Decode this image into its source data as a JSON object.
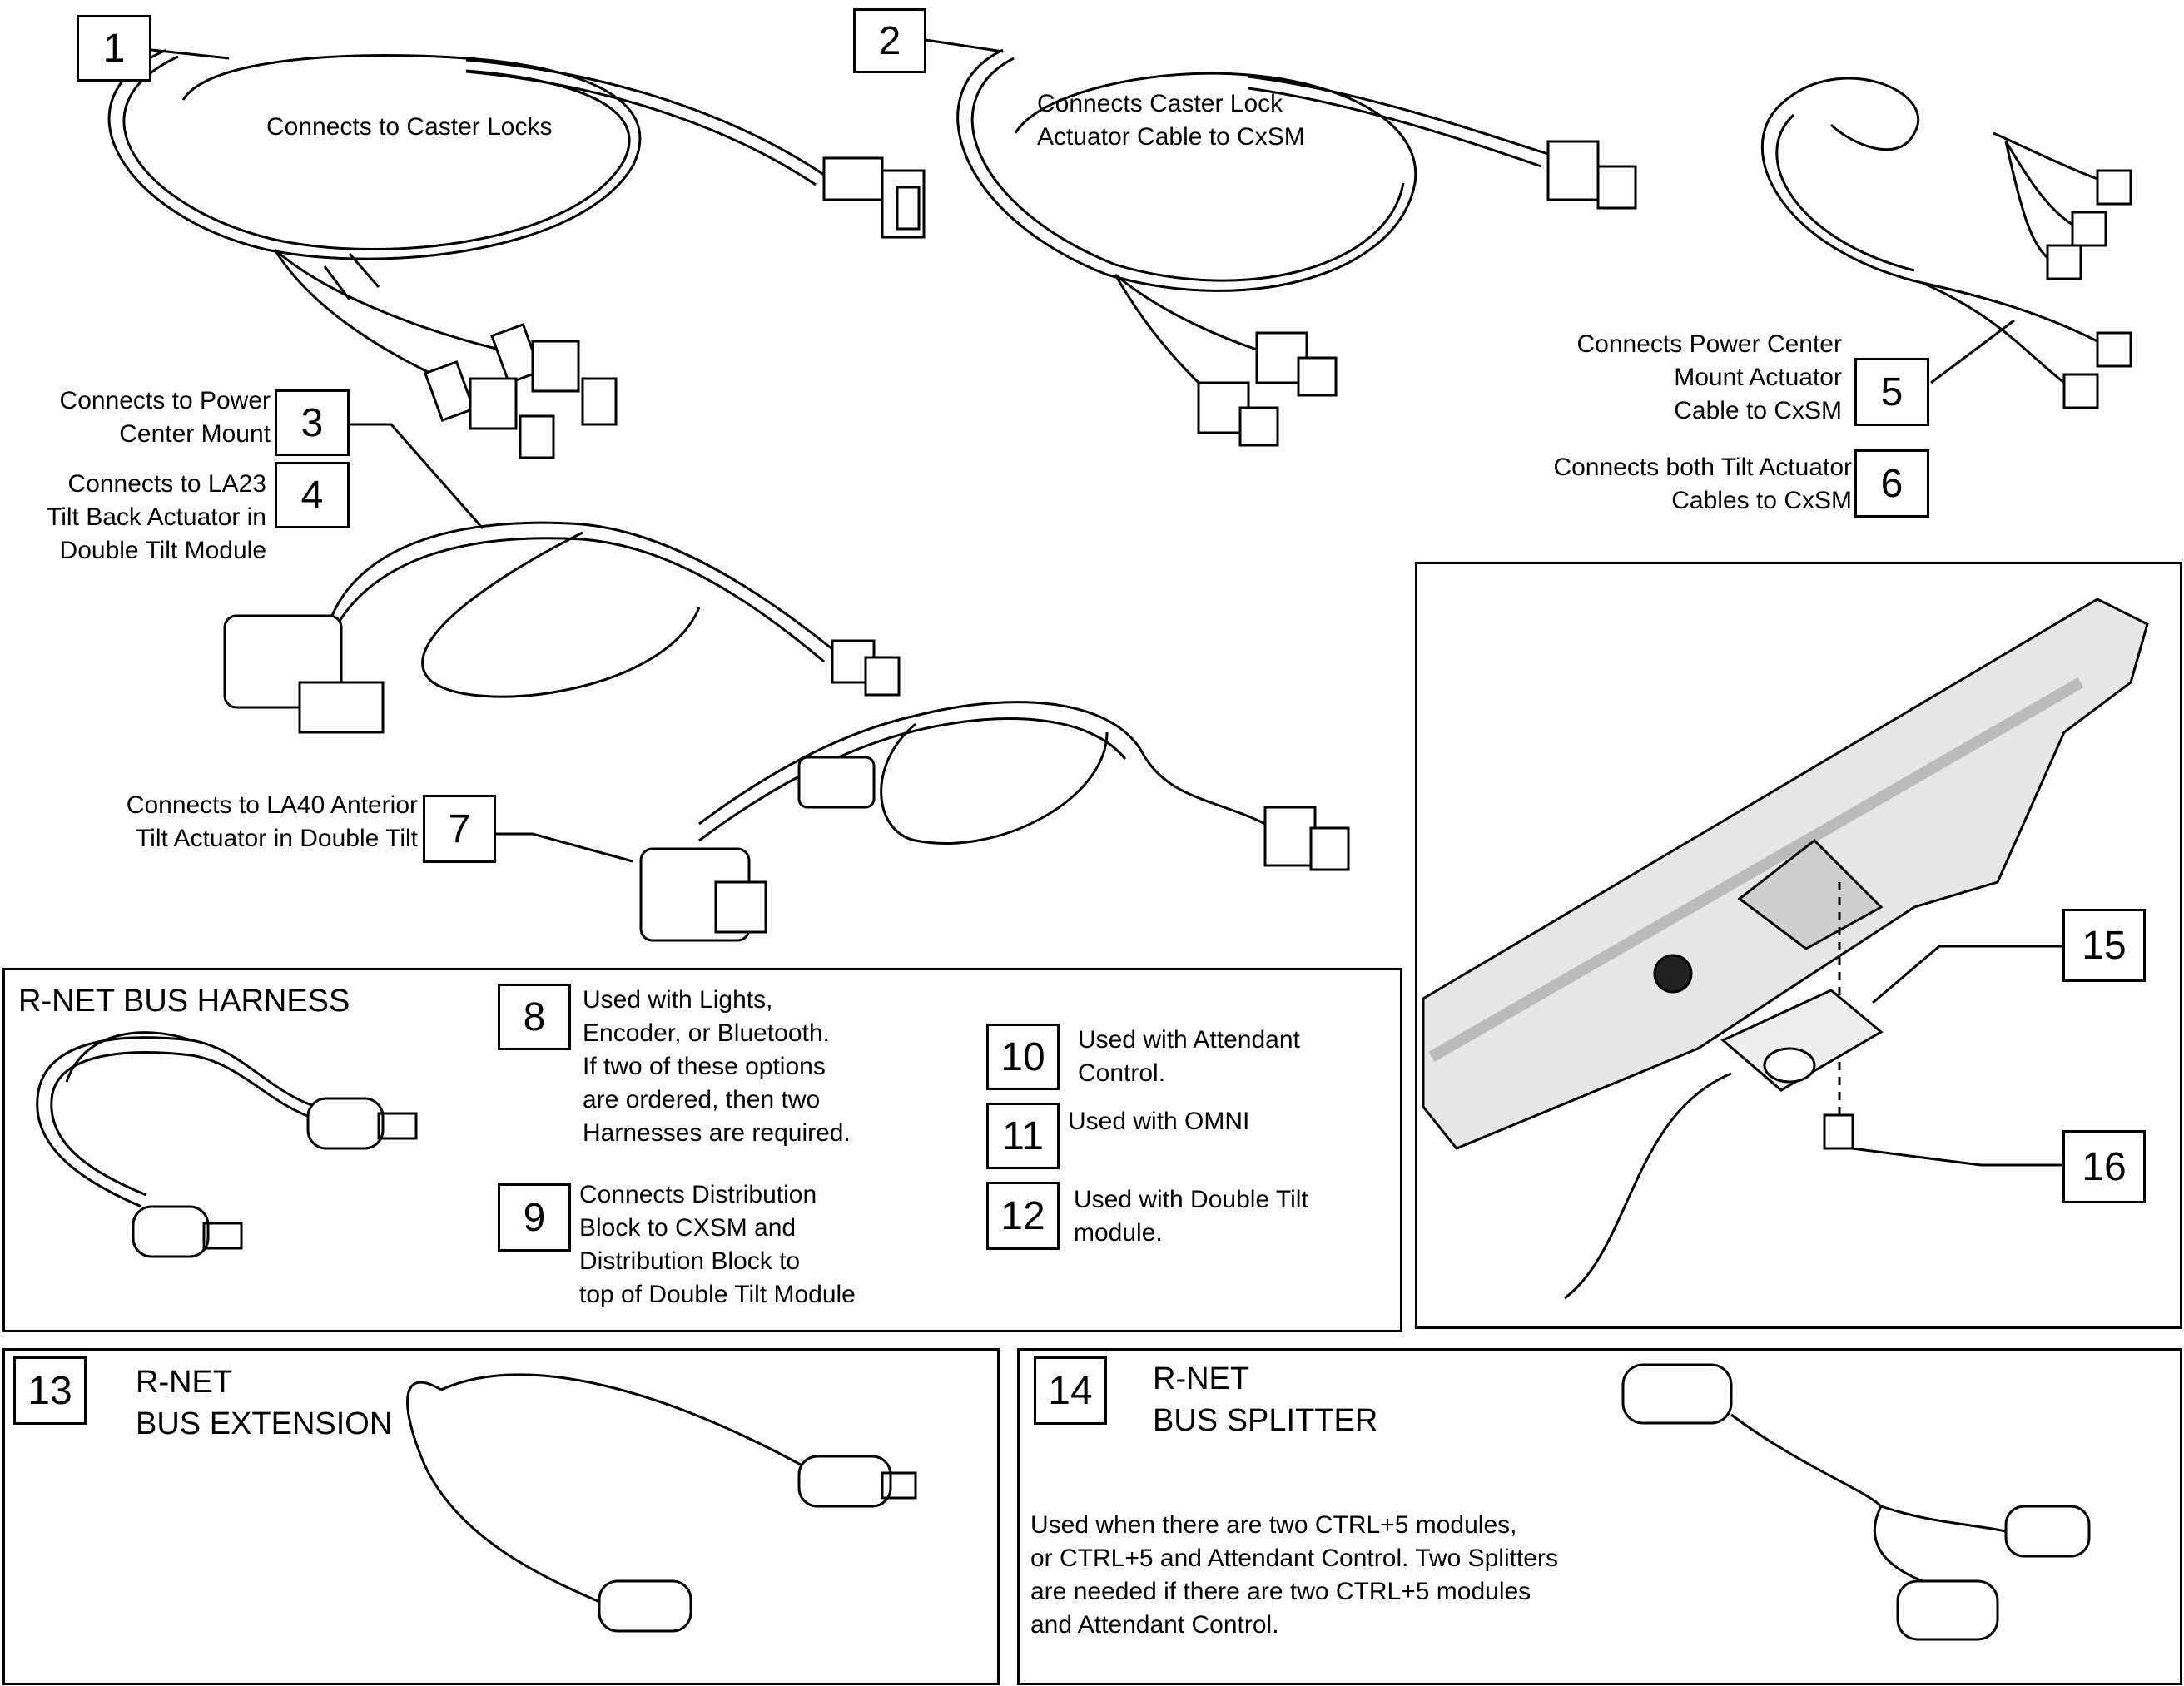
{
  "callouts": {
    "n1": "1",
    "n2": "2",
    "n3": "3",
    "n4": "4",
    "n5": "5",
    "n6": "6",
    "n7": "7",
    "n8": "8",
    "n9": "9",
    "n10": "10",
    "n11": "11",
    "n12": "12",
    "n13": "13",
    "n14": "14",
    "n15": "15",
    "n16": "16"
  },
  "labels": {
    "caster_locks": "Connects to Caster Locks",
    "caster_lock_actuator": "Connects Caster Lock\nActuator Cable to CxSM",
    "power_center_mount": "Connects to Power\nCenter Mount",
    "la23": "Connects to LA23\nTilt Back Actuator in\nDouble Tilt Module",
    "power_center_actuator": "Connects Power Center\nMount Actuator\nCable to CxSM",
    "both_tilt": "Connects both Tilt Actuator\nCables to CxSM",
    "la40": "Connects to LA40 Anterior\nTilt Actuator in Double Tilt"
  },
  "harness_panel": {
    "title": "R-NET BUS HARNESS",
    "item8": "Used with Lights,\nEncoder, or Bluetooth.\nIf two of these options\nare ordered, then two\nHarnesses are required.",
    "item9": "Connects Distribution\nBlock to CXSM and\nDistribution Block to\ntop of Double Tilt Module",
    "item10": "Used with Attendant\nControl.",
    "item11": "Used with OMNI",
    "item12": "Used with Double Tilt\nmodule."
  },
  "extension_panel": {
    "title": "R-NET\nBUS EXTENSION"
  },
  "splitter_panel": {
    "title": "R-NET\nBUS SPLITTER",
    "note": "Used when there are two CTRL+5 modules,\nor CTRL+5 and Attendant Control. Two Splitters\nare needed if there are two CTRL+5 modules\nand Attendant Control."
  }
}
